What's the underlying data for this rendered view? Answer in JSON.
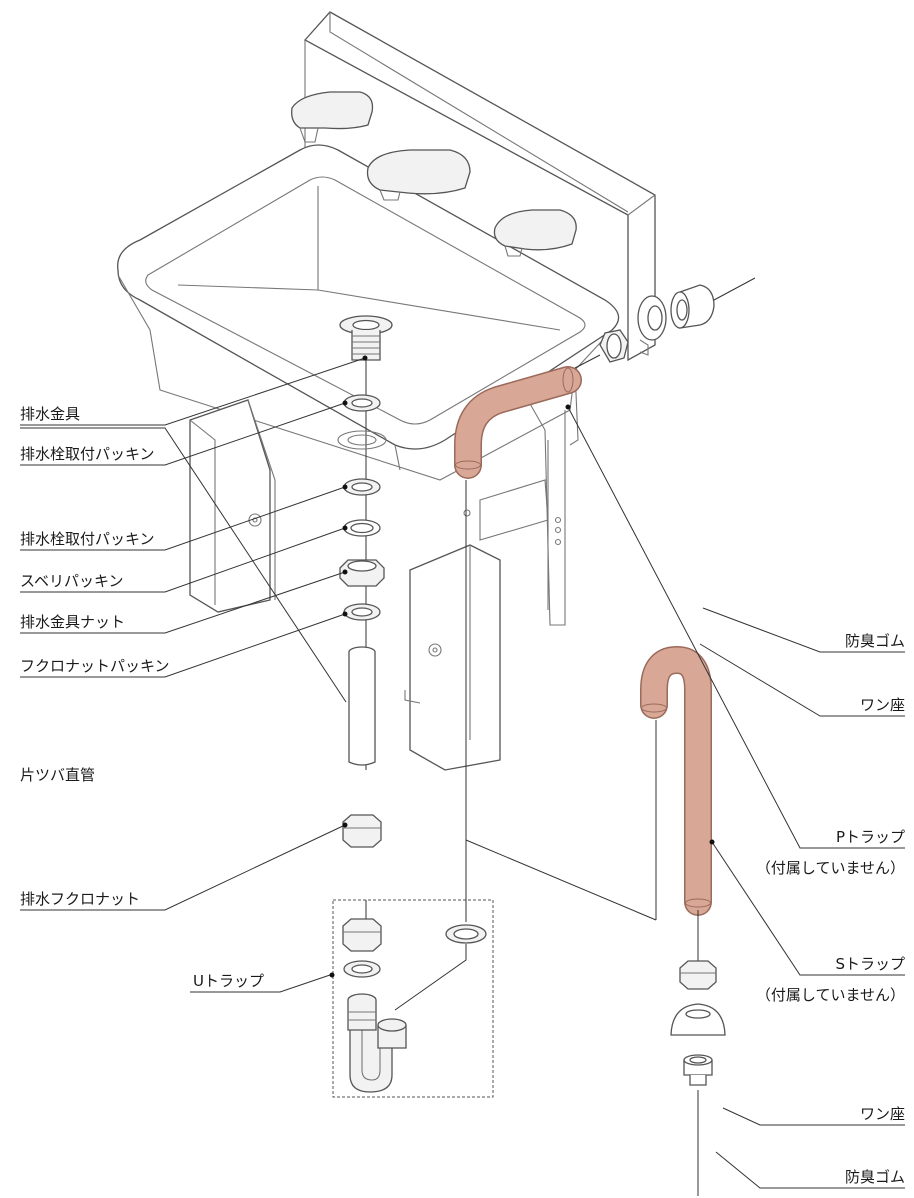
{
  "labels": {
    "drain_fitting": "排水金具",
    "drain_plug_packing_1": "排水栓取付パッキン",
    "drain_plug_packing_2": "排水栓取付パッキン",
    "slip_packing": "スベリパッキン",
    "drain_fitting_nut": "排水金具ナット",
    "flange_nut_packing": "フクロナットパッキン",
    "single_flange_pipe": "片ツバ直管",
    "drain_flange_nut": "排水フクロナット",
    "u_trap": "Uトラップ",
    "odor_rubber_top": "防臭ゴム",
    "wan_seat_top": "ワン座",
    "p_trap": "Pトラップ",
    "p_trap_note": "（付属していません）",
    "s_trap": "Sトラップ",
    "s_trap_note": "（付属していません）",
    "wan_seat_bottom": "ワン座",
    "odor_rubber_bottom": "防臭ゴム"
  },
  "colors": {
    "trap_fill": "#d9a796",
    "trap_stroke": "#9a6a5a",
    "line": "#555555"
  }
}
